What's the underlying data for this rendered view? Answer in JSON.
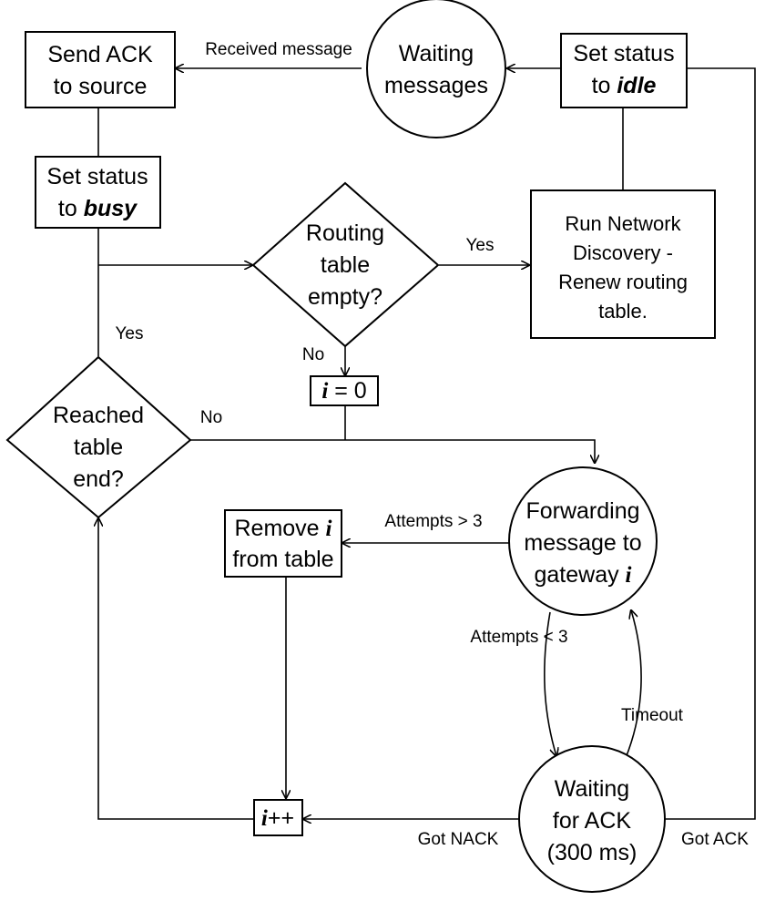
{
  "nodes": {
    "send_ack": {
      "line1": "Send ACK",
      "line2": "to source"
    },
    "waiting_messages": {
      "line1": "Waiting",
      "line2": "messages"
    },
    "set_idle": {
      "line1": "Set status",
      "line2_prefix": "to ",
      "line2_emph": "idle"
    },
    "set_busy": {
      "line1": "Set status",
      "line2_prefix": "to ",
      "line2_emph": "busy"
    },
    "routing_empty": {
      "line1": "Routing",
      "line2": "table",
      "line3": "empty?"
    },
    "network_discovery": {
      "line1": "Run Network",
      "line2": "Discovery -",
      "line3": "Renew routing",
      "line4": "table."
    },
    "init_i": {
      "emph": "i",
      "suffix": " = 0"
    },
    "reached_end": {
      "line1": "Reached",
      "line2": "table",
      "line3": "end?"
    },
    "forwarding": {
      "line1": "Forwarding",
      "line2": "message to",
      "line3_prefix": "gateway ",
      "line3_emph": "i"
    },
    "remove_i": {
      "line1_prefix": "Remove ",
      "line1_emph": "i",
      "line2": "from table"
    },
    "increment": {
      "emph": "i",
      "suffix": "++"
    },
    "waiting_ack": {
      "line1": "Waiting",
      "line2": "for ACK",
      "line3": "(300 ms)"
    }
  },
  "edges": {
    "received_message": "Received message",
    "yes_discovery": "Yes",
    "no_init": "No",
    "yes_end": "Yes",
    "no_forward": "No",
    "attempts_gt": "Attempts > 3",
    "attempts_lt": "Attempts < 3",
    "timeout": "Timeout",
    "got_nack": "Got NACK",
    "got_ack": "Got ACK"
  }
}
